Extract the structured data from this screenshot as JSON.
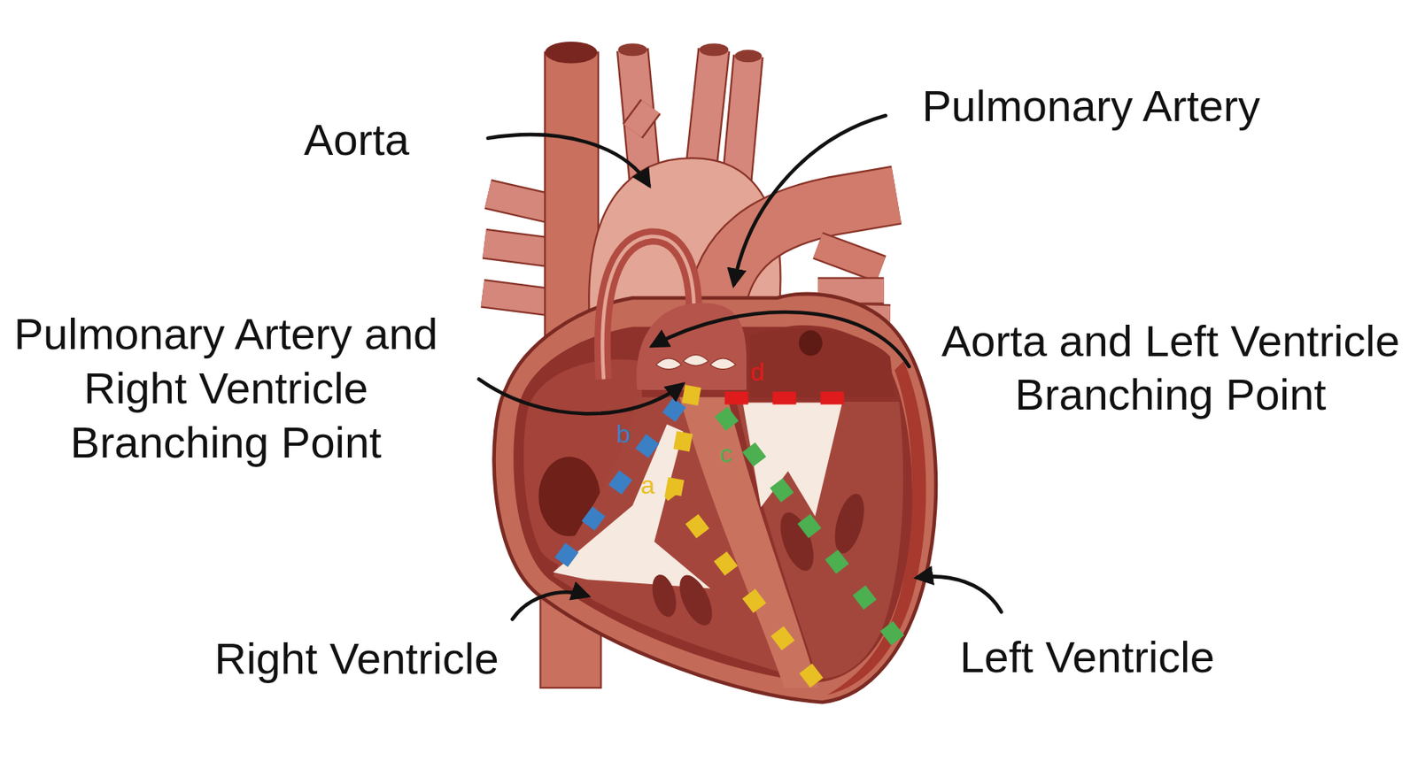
{
  "diagram": {
    "labels": [
      "Aorta",
      "Pulmonary Artery",
      "Pulmonary Artery and Right Ventricle Branching Point",
      "Aorta and Left Ventricle Branching Point",
      "Right Ventricle",
      "Left Ventricle",
      "a",
      "b",
      "c",
      "d"
    ]
  }
}
